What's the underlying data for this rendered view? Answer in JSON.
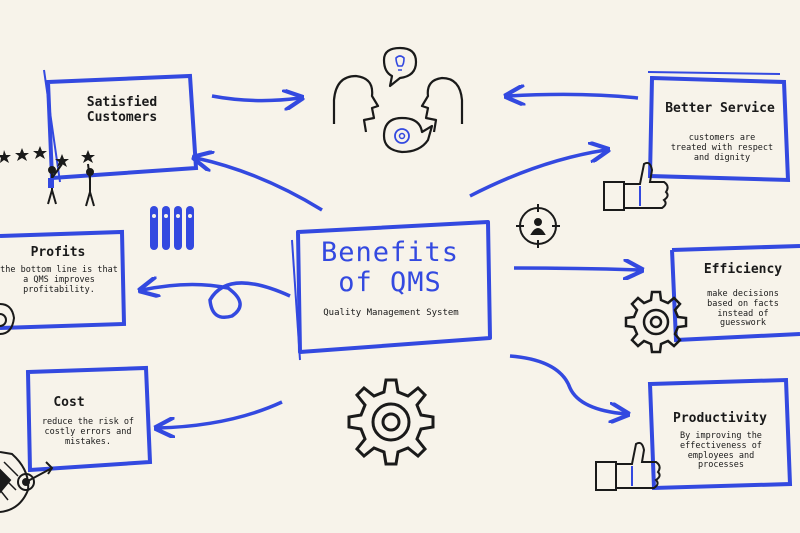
{
  "center": {
    "title_line1": "Benefits",
    "title_line2": "of QMS",
    "subtitle": "Quality Management System"
  },
  "cards": {
    "satisfied": {
      "title_line1": "Satisfied",
      "title_line2": "Customers"
    },
    "service": {
      "title": "Better Service",
      "body": "customers are treated with respect and dignity"
    },
    "profits": {
      "title": "Profits",
      "body": "the bottom line is that a QMS improves profitability."
    },
    "efficiency": {
      "title": "Efficiency",
      "body": "make decisions based on facts instead of guesswork"
    },
    "cost": {
      "title": "Cost",
      "body": "reduce the risk of costly errors and mistakes."
    },
    "productivity": {
      "title": "Productivity",
      "body": "By improving the effectiveness of employees and processes"
    }
  },
  "colors": {
    "accent": "#3349e0",
    "ink": "#1a1a1a",
    "background": "#f7f3ea"
  },
  "icons": [
    "heads-thinking-icon",
    "lightbulb-icon",
    "gear-icon",
    "thumbs-up-icon",
    "star-icon",
    "target-icon",
    "people-icon",
    "person-target-icon"
  ]
}
